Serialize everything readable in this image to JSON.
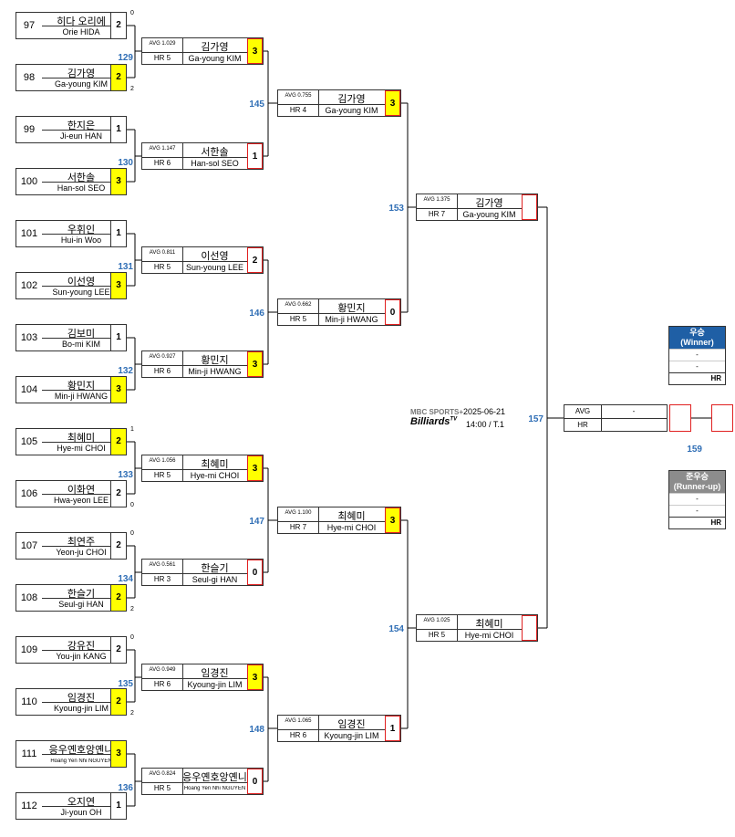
{
  "round1": [
    {
      "seed": "97",
      "kname": "히다 오리에",
      "ename": "Orie HIDA",
      "score": "2",
      "win": false,
      "side": "0"
    },
    {
      "seed": "98",
      "kname": "김가영",
      "ename": "Ga-young KIM",
      "score": "2",
      "win": true,
      "side": "2"
    },
    {
      "seed": "99",
      "kname": "한지은",
      "ename": "Ji-eun HAN",
      "score": "1",
      "win": false,
      "side": ""
    },
    {
      "seed": "100",
      "kname": "서한솔",
      "ename": "Han-sol SEO",
      "score": "3",
      "win": true,
      "side": ""
    },
    {
      "seed": "101",
      "kname": "우휘인",
      "ename": "Hui-in Woo",
      "score": "1",
      "win": false,
      "side": ""
    },
    {
      "seed": "102",
      "kname": "이선영",
      "ename": "Sun-young LEE",
      "score": "3",
      "win": true,
      "side": ""
    },
    {
      "seed": "103",
      "kname": "김보미",
      "ename": "Bo-mi KIM",
      "score": "1",
      "win": false,
      "side": ""
    },
    {
      "seed": "104",
      "kname": "황민지",
      "ename": "Min-ji HWANG",
      "score": "3",
      "win": true,
      "side": ""
    },
    {
      "seed": "105",
      "kname": "최혜미",
      "ename": "Hye-mi CHOI",
      "score": "2",
      "win": true,
      "side": "1"
    },
    {
      "seed": "106",
      "kname": "이화연",
      "ename": "Hwa-yeon LEE",
      "score": "2",
      "win": false,
      "side": "0"
    },
    {
      "seed": "107",
      "kname": "최연주",
      "ename": "Yeon-ju CHOI",
      "score": "2",
      "win": false,
      "side": "0"
    },
    {
      "seed": "108",
      "kname": "한슬기",
      "ename": "Seul-gi HAN",
      "score": "2",
      "win": true,
      "side": "2"
    },
    {
      "seed": "109",
      "kname": "강유진",
      "ename": "You-jin KANG",
      "score": "2",
      "win": false,
      "side": "0"
    },
    {
      "seed": "110",
      "kname": "임경진",
      "ename": "Kyoung-jin LIM",
      "score": "2",
      "win": true,
      "side": "2"
    },
    {
      "seed": "111",
      "kname": "응우옌호앙옌니",
      "ename": "Hoang Yen Nhi NGUYEN",
      "score": "3",
      "win": true,
      "side": ""
    },
    {
      "seed": "112",
      "kname": "오지연",
      "ename": "Ji-youn OH",
      "score": "1",
      "win": false,
      "side": ""
    }
  ],
  "round1_matches": [
    "129",
    "130",
    "131",
    "132",
    "133",
    "134",
    "135",
    "136"
  ],
  "round2": [
    {
      "avg": "AVG 1.029",
      "hr": "HR 5",
      "kname": "김가영",
      "ename": "Ga-young KIM",
      "score": "3",
      "win": true
    },
    {
      "avg": "AVG 1.147",
      "hr": "HR 6",
      "kname": "서한솔",
      "ename": "Han-sol SEO",
      "score": "1",
      "win": false
    },
    {
      "avg": "AVG 0.811",
      "hr": "HR 5",
      "kname": "이선영",
      "ename": "Sun-young LEE",
      "score": "2",
      "win": false
    },
    {
      "avg": "AVG 0.927",
      "hr": "HR 6",
      "kname": "황민지",
      "ename": "Min-ji HWANG",
      "score": "3",
      "win": true
    },
    {
      "avg": "AVG 1.056",
      "hr": "HR 5",
      "kname": "최혜미",
      "ename": "Hye-mi CHOI",
      "score": "3",
      "win": true
    },
    {
      "avg": "AVG 0.561",
      "hr": "HR 3",
      "kname": "한슬기",
      "ename": "Seul-gi HAN",
      "score": "0",
      "win": false
    },
    {
      "avg": "AVG 0.949",
      "hr": "HR 6",
      "kname": "임경진",
      "ename": "Kyoung-jin LIM",
      "score": "3",
      "win": true
    },
    {
      "avg": "AVG 0.824",
      "hr": "HR 5",
      "kname": "응우옌호앙옌니",
      "ename": "Hoang Yen Nhi NGUYEN",
      "score": "0",
      "win": false
    }
  ],
  "round2_matches": [
    "145",
    "146",
    "147",
    "148"
  ],
  "round3": [
    {
      "avg": "AVG 0.755",
      "hr": "HR 4",
      "kname": "김가영",
      "ename": "Ga-young KIM",
      "score": "3",
      "win": true
    },
    {
      "avg": "AVG 0.662",
      "hr": "HR 5",
      "kname": "황민지",
      "ename": "Min-ji HWANG",
      "score": "0",
      "win": false
    },
    {
      "avg": "AVG 1.100",
      "hr": "HR 7",
      "kname": "최혜미",
      "ename": "Hye-mi CHOI",
      "score": "3",
      "win": true
    },
    {
      "avg": "AVG 1.065",
      "hr": "HR 6",
      "kname": "임경진",
      "ename": "Kyoung-jin LIM",
      "score": "1",
      "win": false
    }
  ],
  "round3_matches": [
    "153",
    "154"
  ],
  "round4": [
    {
      "avg": "AVG 1.375",
      "hr": "HR 7",
      "kname": "김가영",
      "ename": "Ga-young KIM",
      "score": "",
      "win": false
    },
    {
      "avg": "AVG 1.025",
      "hr": "HR 5",
      "kname": "최혜미",
      "ename": "Hye-mi CHOI",
      "score": "",
      "win": false
    }
  ],
  "final": {
    "match": "157",
    "avg_label": "AVG",
    "avg_value": "-",
    "hr_label": "HR",
    "hr_value": "",
    "third_match": "159"
  },
  "broadcast": {
    "logo_top": "MBC SPORTS+",
    "logo_bottom": "Billiards",
    "logo_tv": "TV",
    "date": "2025-06-21",
    "time": "14:00 / T.1"
  },
  "winner_card": {
    "title": "우승",
    "subtitle": "(Winner)",
    "line1": "-",
    "line2": "-",
    "hr": "HR",
    "color": "#1f5fa5"
  },
  "runnerup_card": {
    "title": "준우승",
    "subtitle": "(Runner-up)",
    "line1": "-",
    "line2": "-",
    "hr": "HR",
    "color": "#8c8c8c"
  },
  "colors": {
    "win": "#ffff00",
    "match_number": "#2f6eb5",
    "frame_red": "#e02020"
  }
}
